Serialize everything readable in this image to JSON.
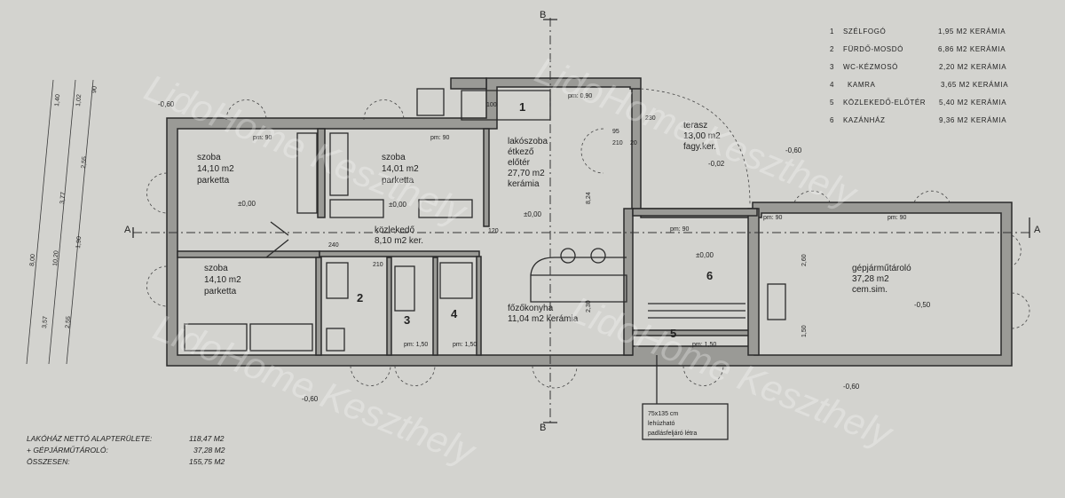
{
  "legend": [
    {
      "no": "1",
      "name": "SZÉLFOGÓ",
      "area": "1,95 M2 KERÁMIA"
    },
    {
      "no": "2",
      "name": "FÜRDŐ-MOSDÓ",
      "area": "6,86 M2 KERÁMIA"
    },
    {
      "no": "3",
      "name": "WC-KÉZMOSÓ",
      "area": "2,20 M2 KERÁMIA"
    },
    {
      "no": "4",
      "name": "KAMRA",
      "area": "3,65 M2 KERÁMIA"
    },
    {
      "no": "5",
      "name": "KÖZLEKEDŐ-ELŐTÉR",
      "area": "5,40 M2 KERÁMIA"
    },
    {
      "no": "6",
      "name": "KAZÁNHÁZ",
      "area": "9,36 M2 KERÁMIA"
    }
  ],
  "rooms": {
    "szoba1": [
      "szoba",
      "14,10 m2",
      "parketta"
    ],
    "szoba2": [
      "szoba",
      "14,01 m2",
      "parketta"
    ],
    "szoba3": [
      "szoba",
      "14,10 m2",
      "parketta"
    ],
    "lakoszoba": [
      "lakószoba",
      "étkező",
      "előtér",
      "27,70 m2",
      "kerámia"
    ],
    "terasz": [
      "terasz",
      "13,00 m2",
      "fagy.ker."
    ],
    "kozlekedo": [
      "közlekedő",
      "8,10 m2 ker."
    ],
    "fozokonyha": [
      "főzőkonyha",
      "11,04 m2 kerámia"
    ],
    "garage": [
      "gépjárműtároló",
      "37,28 m2",
      "cem.sim."
    ],
    "numbers": [
      "1",
      "2",
      "3",
      "4",
      "5",
      "6"
    ]
  },
  "levels": [
    "-0,60",
    "±0,00",
    "±0,00",
    "±0,00",
    "-0,02",
    "±0,00",
    "-0,50",
    "-0,60",
    "-0,60",
    "-0,60"
  ],
  "dims": [
    "pm: 90",
    "pm: 90",
    "pm: 90",
    "pm: 90",
    "pm: 90",
    "pm: 1,50",
    "pm: 1,50",
    "pm: 1,50",
    "pm: 0,90",
    "210",
    "240",
    "120",
    "8,24",
    "2,30",
    "2,60",
    "1,50",
    "100",
    "230",
    "95",
    "210",
    "20"
  ],
  "left_dims": [
    "8,00",
    "10,20",
    "3,57",
    "2,55",
    "1,40",
    "2,55",
    "3,77",
    "1,02",
    "1,90",
    "90"
  ],
  "sections": {
    "a": "A",
    "b": "B"
  },
  "note": [
    "75x135 cm",
    "lehúzható",
    "padlásfeljáró létra"
  ],
  "totals": [
    {
      "label": "LAKÓHÁZ NETTÓ ALAPTERÜLETE:",
      "value": "118,47 M2"
    },
    {
      "label": "+ GÉPJÁRMŰTÁROLÓ:",
      "value": "37,28 M2"
    },
    {
      "label": "ÖSSZESEN:",
      "value": "155,75 M2"
    }
  ],
  "watermark": "LidoHome Keszthely"
}
